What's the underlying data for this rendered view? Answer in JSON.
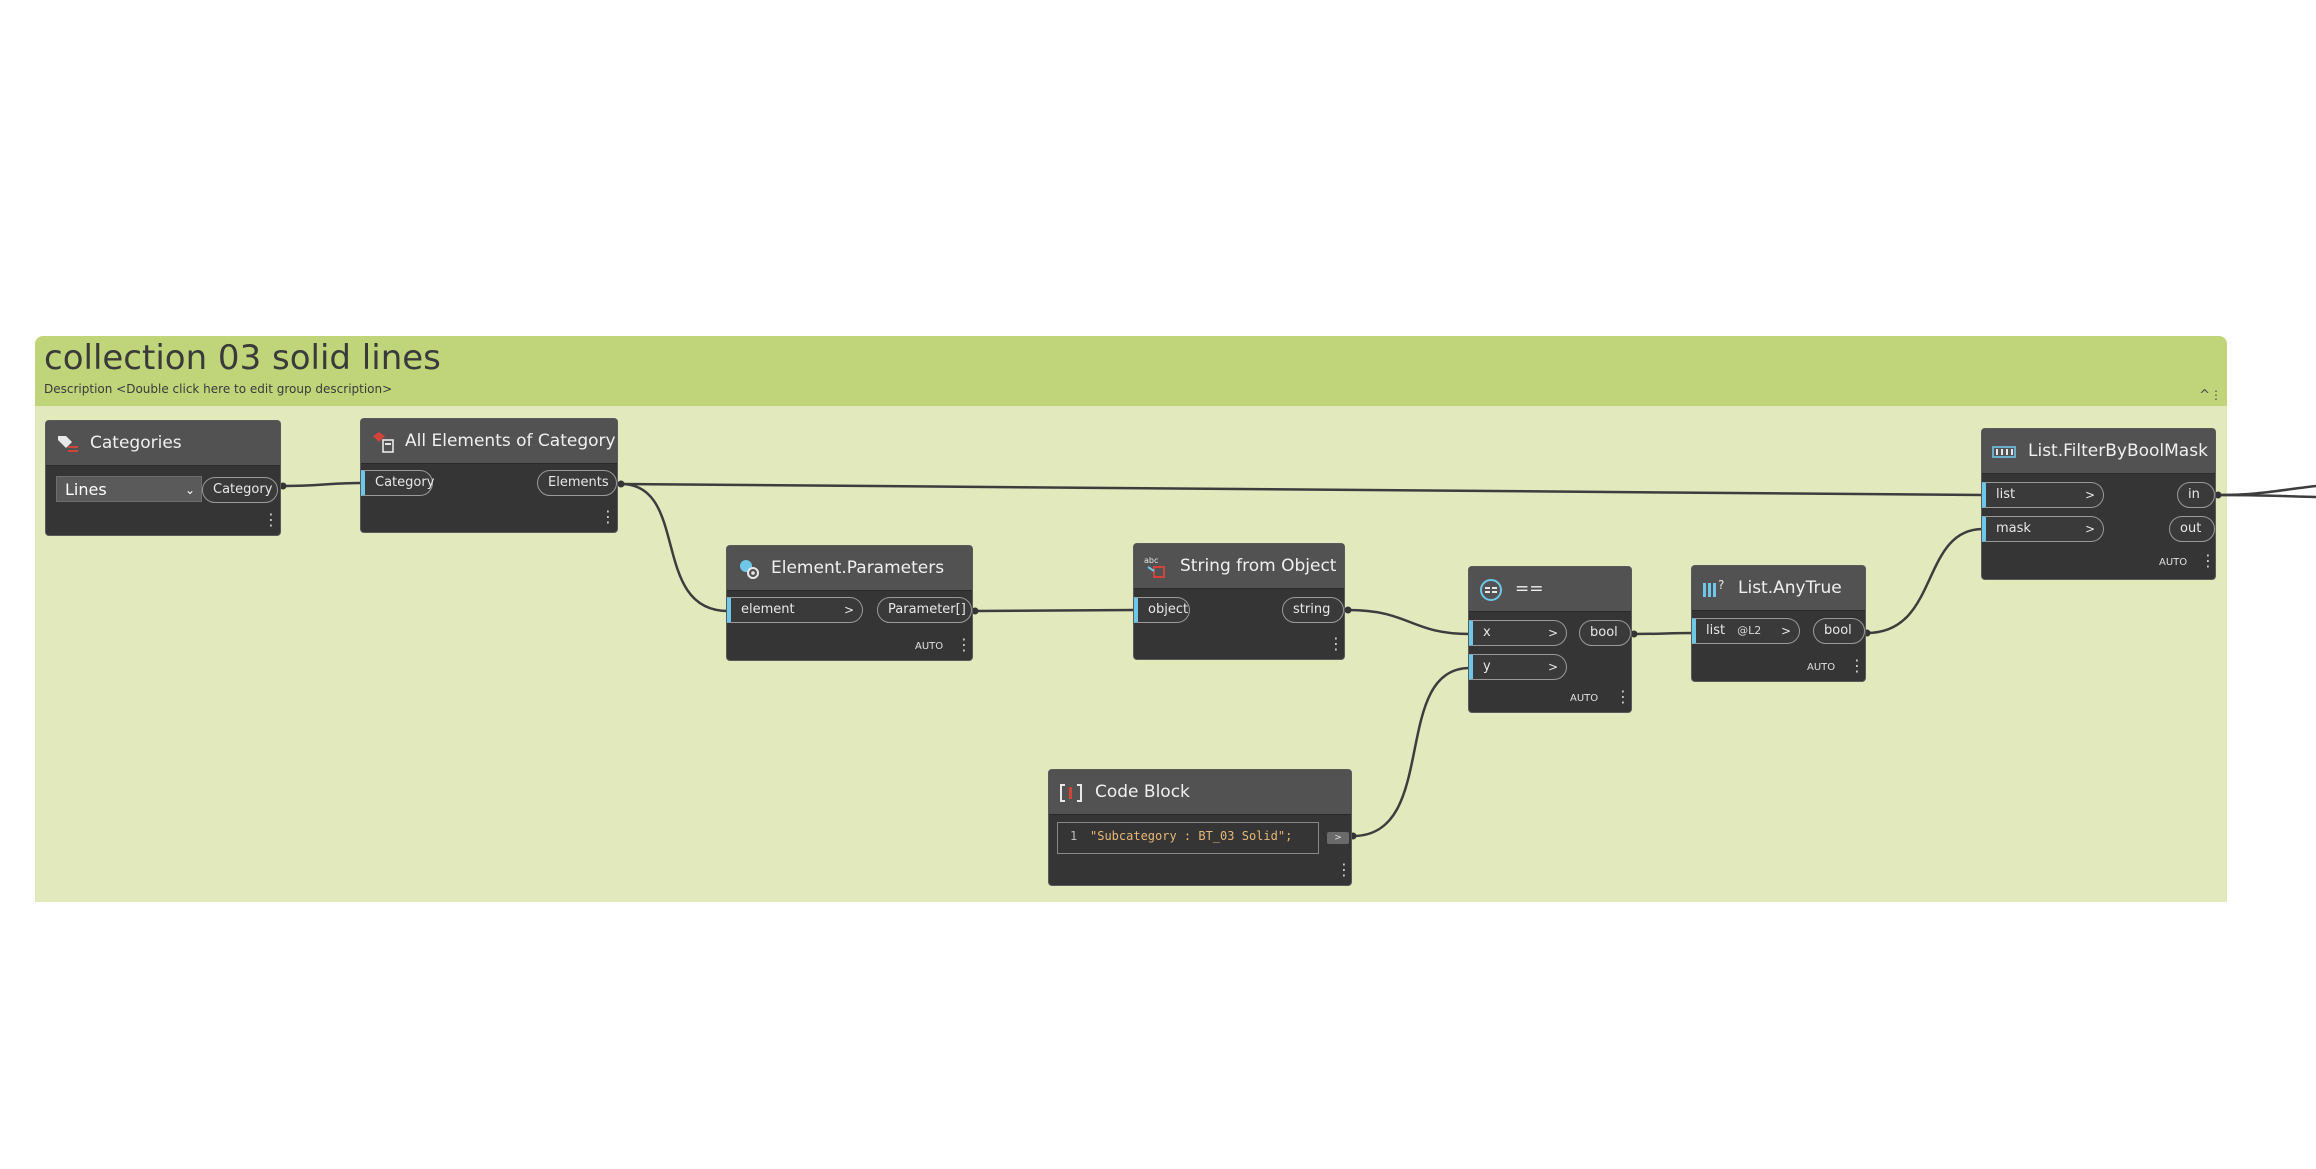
{
  "group": {
    "title": "collection 03 solid lines",
    "description": "Description <Double click here to edit group description>",
    "collapse_glyph": "^",
    "menu_glyph": "⋮"
  },
  "colors": {
    "group_body": "#e1e9bd",
    "group_header": "#c0d57a",
    "node_body": "#353535",
    "node_header": "#525252",
    "input_port_accent": "#6ec6e8",
    "wire": "#3d3d3d",
    "code_string": "#e6b878"
  },
  "nodes": {
    "categories": {
      "title": "Categories",
      "icon": "category-tag-icon",
      "dropdown_value": "Lines",
      "dropdown_chevron": "⌄",
      "output": "Category"
    },
    "all_elements": {
      "title": "All Elements of Category",
      "icon": "elements-of-category-icon",
      "input": "Category",
      "output": "Elements"
    },
    "element_parameters": {
      "title": "Element.Parameters",
      "icon": "element-parameters-icon",
      "input": "element",
      "input_arrow": ">",
      "output": "Parameter[]",
      "lacing": "AUTO"
    },
    "string_from_object": {
      "title": "String from Object",
      "icon": "string-from-object-icon",
      "icon_text": "abc",
      "input": "object",
      "output": "string"
    },
    "equals": {
      "title": "==",
      "icon": "equals-operator-icon",
      "input_x": "x",
      "input_y": "y",
      "arrow": ">",
      "output": "bool",
      "lacing": "AUTO"
    },
    "any_true": {
      "title": "List.AnyTrue",
      "icon": "list-any-true-icon",
      "input": "list",
      "level": "@L2",
      "arrow": ">",
      "output": "bool",
      "lacing": "AUTO"
    },
    "filter_by_bool_mask": {
      "title": "List.FilterByBoolMask",
      "icon": "list-filter-icon",
      "input_list": "list",
      "input_mask": "mask",
      "arrow": ">",
      "output_in": "in",
      "output_out": "out",
      "lacing": "AUTO"
    },
    "code_block": {
      "title": "Code Block",
      "icon": "code-block-icon",
      "line_number": "1",
      "code": "\"Subcategory : BT_03 Solid\";",
      "output_glyph": ">"
    }
  },
  "menu_glyph": "⋮"
}
